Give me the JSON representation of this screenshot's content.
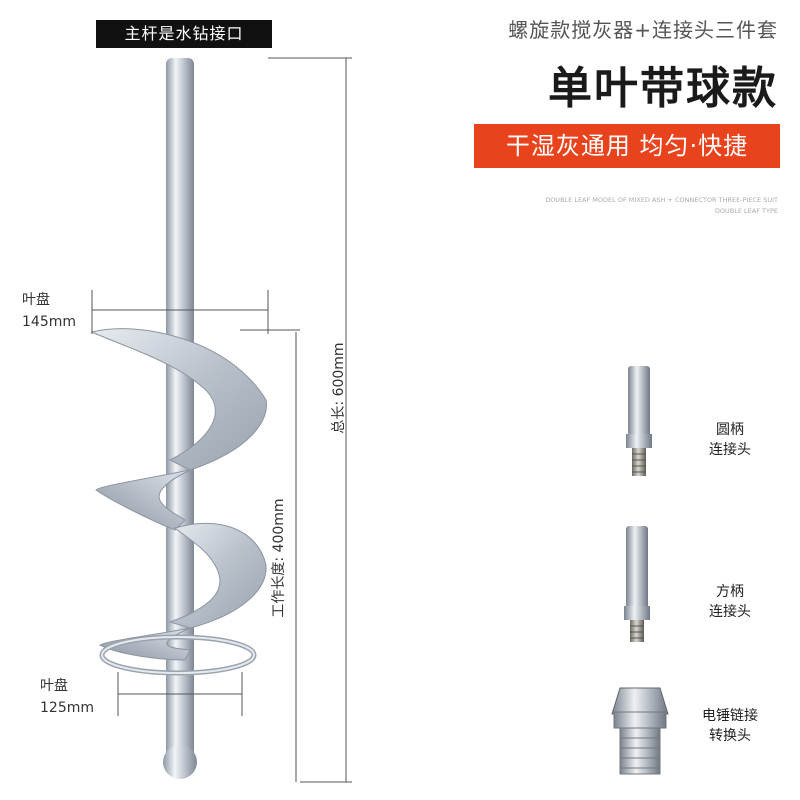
{
  "header": {
    "main_rod_label": "主杆是水钻接口",
    "subtitle": "螺旋款搅灰器+连接头三件套",
    "title": "单叶带球款",
    "badge": "干湿灰通用 均匀·快捷",
    "english_line1": "DOUBLE LEAF MODEL OF MIXED ASH + CONNECTOR THREE-PIECE SUIT",
    "english_line2": "DOUBLE LEAF TYPE"
  },
  "dimensions": {
    "top_disc_label": "叶盘",
    "top_disc_value": "145mm",
    "bottom_disc_label": "叶盘",
    "bottom_disc_value": "125mm",
    "total_length": "总长: 600mm",
    "working_length": "工作长度: 400mm"
  },
  "accessories": [
    {
      "line1": "圆柄",
      "line2": "连接头",
      "icon": "round-shank-connector-icon"
    },
    {
      "line1": "方柄",
      "line2": "连接头",
      "icon": "square-shank-connector-icon"
    },
    {
      "line1": "电锤链接",
      "line2": "转换头",
      "icon": "hammer-adapter-icon"
    }
  ],
  "colors": {
    "badge": "#e8431c",
    "label_bg": "#111111",
    "metal": "#c9ced6"
  }
}
